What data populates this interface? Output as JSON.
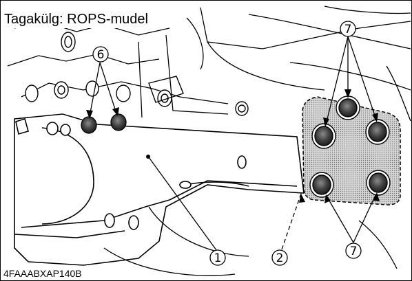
{
  "title": "Tagakülg: ROPS-mudel",
  "figure_code": "4FAAABXAP140B",
  "callouts": [
    {
      "id": "frame",
      "label": "1"
    },
    {
      "id": "cover-plate",
      "label": "2"
    },
    {
      "id": "plugs",
      "label": "6"
    },
    {
      "id": "bolts-top",
      "label": "7"
    },
    {
      "id": "bolts-bottom",
      "label": "7"
    }
  ],
  "colors": {
    "line": "#000000",
    "shade": "#c8c8c8",
    "bolt": "#4a4a4a",
    "background": "#ffffff"
  }
}
